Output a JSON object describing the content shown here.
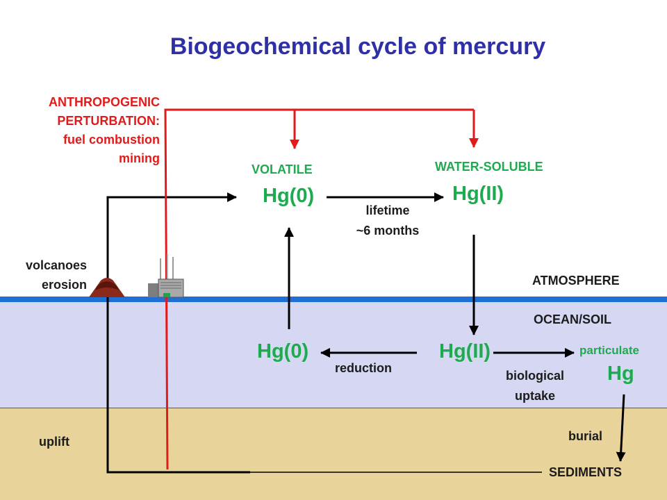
{
  "title": "Biogeochemical cycle of mercury",
  "anthropogenic": {
    "line1": "ANTHROPOGENIC",
    "line2": "PERTURBATION:",
    "line3": "fuel combustion",
    "line4": "mining"
  },
  "atmosphere": {
    "volatile_label": "VOLATILE",
    "hg0": "Hg(0)",
    "water_soluble_label": "WATER-SOLUBLE",
    "hg2": "Hg(II)",
    "lifetime_line1": "lifetime",
    "lifetime_line2": "~6 months",
    "layer_label": "ATMOSPHERE"
  },
  "sources": {
    "line1": "volcanoes",
    "line2": "erosion"
  },
  "ocean": {
    "layer_label": "OCEAN/SOIL",
    "hg0": "Hg(0)",
    "hg2": "Hg(II)",
    "reduction": "reduction",
    "bio_line1": "biological",
    "bio_line2": "uptake",
    "particulate_label": "particulate",
    "particulate_hg": "Hg"
  },
  "sediments": {
    "uplift": "uplift",
    "burial": "burial",
    "layer_label": "SEDIMENTS"
  },
  "colors": {
    "title": "#2f2fa8",
    "anthropogenic": "#e21a1a",
    "species": "#1eaa4e",
    "ocean_fill": "#d6d7f3",
    "sediment_fill": "#e8d39a",
    "surface_line": "#1e6fd6"
  }
}
